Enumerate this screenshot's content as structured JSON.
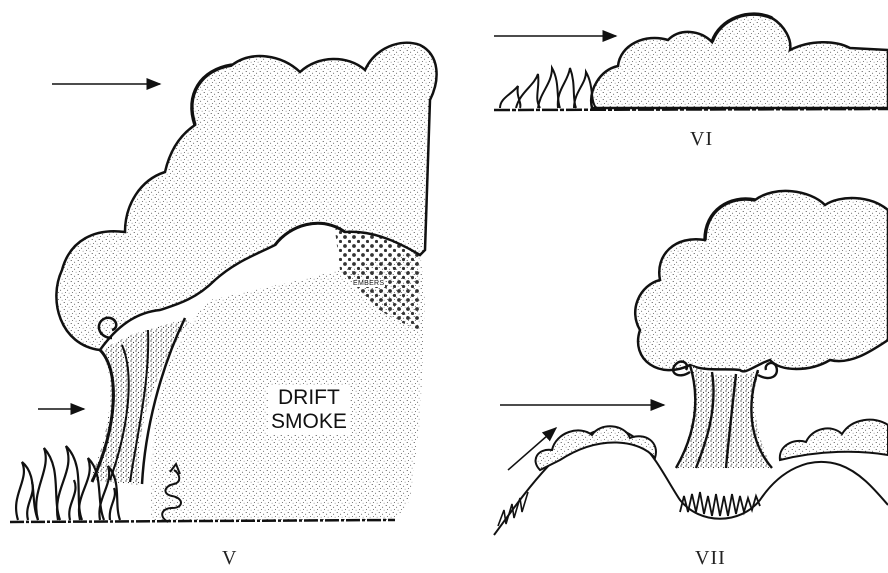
{
  "panels": {
    "v": {
      "label": "V"
    },
    "vi": {
      "label": "VI"
    },
    "vii": {
      "label": "VII"
    }
  },
  "annotations": {
    "drift_smoke_line1": "DRIFT",
    "drift_smoke_line2": "SMOKE",
    "embers": "EMBERS"
  },
  "colors": {
    "ink": "#111111",
    "paper": "#ffffff"
  }
}
